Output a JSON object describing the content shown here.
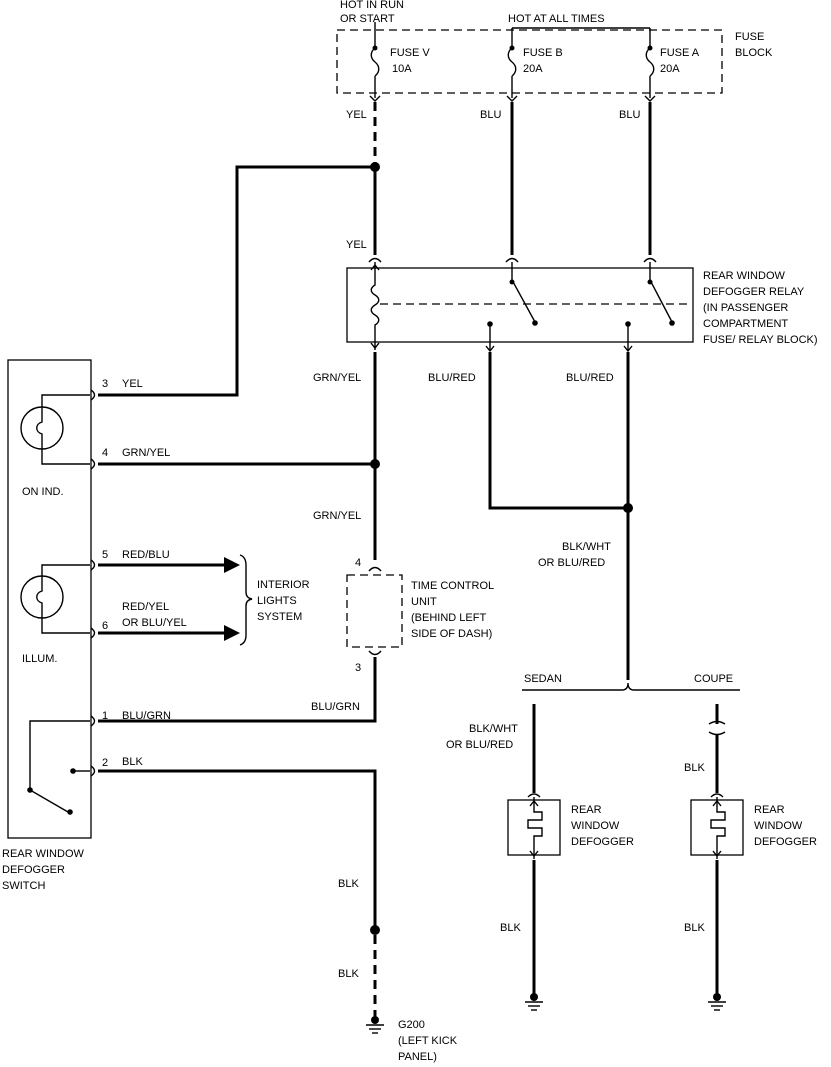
{
  "fuse_block": {
    "power_left": [
      "HOT IN RUN",
      "OR START"
    ],
    "power_right": "HOT AT ALL TIMES",
    "label": [
      "FUSE",
      "BLOCK"
    ],
    "fuses": [
      {
        "name": "FUSE V",
        "rating": "10A"
      },
      {
        "name": "FUSE B",
        "rating": "20A"
      },
      {
        "name": "FUSE A",
        "rating": "20A"
      }
    ]
  },
  "wires": {
    "yel_top": "YEL",
    "blu_b": "BLU",
    "blu_a": "BLU",
    "yel_relay": "YEL",
    "grn_yel_1": "GRN/YEL",
    "blu_red_1": "BLU/RED",
    "blu_red_2": "BLU/RED",
    "grn_yel_2": "GRN/YEL",
    "blk_wht_main": [
      "BLK/WHT",
      "OR BLU/RED"
    ],
    "blu_grn_tcu": "BLU/GRN",
    "blk_wht_sedan": [
      "BLK/WHT",
      "OR BLU/RED"
    ],
    "blk_coupe_top": "BLK",
    "blk_ground_1": "BLK",
    "blk_ground_2": "BLK",
    "blk_sedan_bottom": "BLK",
    "blk_coupe_bottom": "BLK"
  },
  "relay": {
    "label": [
      "REAR WINDOW",
      "DEFOGGER RELAY",
      "(IN PASSENGER",
      "COMPARTMENT",
      "FUSE/ RELAY BLOCK)"
    ]
  },
  "switch": {
    "pins": [
      {
        "pin": "3",
        "wire": "YEL"
      },
      {
        "pin": "4",
        "wire": "GRN/YEL"
      },
      {
        "pin": "5",
        "wire": "RED/BLU"
      },
      {
        "pin": "6",
        "wire": [
          "RED/YEL",
          "OR BLU/YEL"
        ]
      },
      {
        "pin": "1",
        "wire": "BLU/GRN"
      },
      {
        "pin": "2",
        "wire": "BLK"
      }
    ],
    "on_ind": "ON IND.",
    "illum": "ILLUM.",
    "label": [
      "REAR WINDOW",
      "DEFOGGER",
      "SWITCH"
    ]
  },
  "interior_lights": [
    "INTERIOR",
    "LIGHTS",
    "SYSTEM"
  ],
  "tcu": {
    "pin_top": "4",
    "pin_bottom": "3",
    "label": [
      "TIME CONTROL",
      "UNIT",
      "(BEHIND LEFT",
      "SIDE OF DASH)"
    ]
  },
  "branches": {
    "sedan": "SEDAN",
    "coupe": "COUPE"
  },
  "defogger_sedan": [
    "REAR",
    "WINDOW",
    "DEFOGGER"
  ],
  "defogger_coupe": [
    "REAR",
    "WINDOW",
    "DEFOGGER"
  ],
  "ground": {
    "name": "G200",
    "location": [
      "(LEFT KICK",
      "PANEL)"
    ]
  }
}
